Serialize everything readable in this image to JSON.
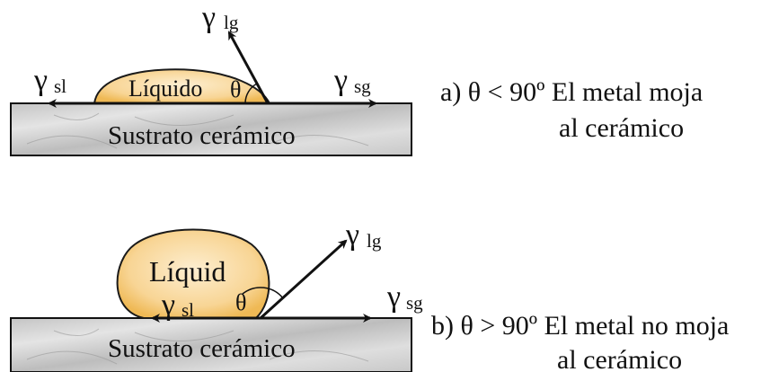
{
  "panel_a": {
    "drop_label": "Líquido",
    "substrate_label": "Sustrato cerámico",
    "theta": "θ",
    "gamma": "γ",
    "gamma_sl_sub": "sl",
    "gamma_lg_sub": "lg",
    "gamma_sg_sub": "sg",
    "caption_line1": "a) θ < 90º El metal moja",
    "caption_line2": "al cerámico"
  },
  "panel_b": {
    "drop_label": "Líquid",
    "substrate_label": "Sustrato cerámico",
    "theta": "θ",
    "gamma": "γ",
    "gamma_sl_sub": "sl",
    "gamma_lg_sub": "lg",
    "gamma_sg_sub": "sg",
    "caption_line1": "b) θ > 90º El metal no moja",
    "caption_line2": "al cerámico"
  },
  "colors": {
    "drop_fill": "#f7d08a",
    "drop_stroke": "#1a1a1a",
    "substrate_fill": "#cfcfcf",
    "arrow": "#111111"
  }
}
